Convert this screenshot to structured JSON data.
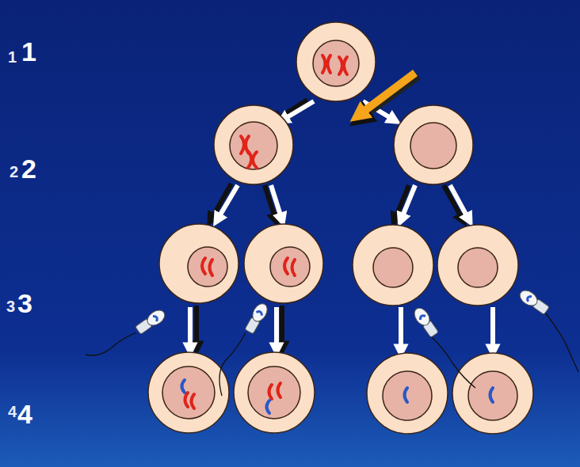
{
  "diagram": {
    "labels": [
      "1",
      "1",
      "2",
      "2",
      "3",
      "3",
      "4",
      "4"
    ]
  }
}
